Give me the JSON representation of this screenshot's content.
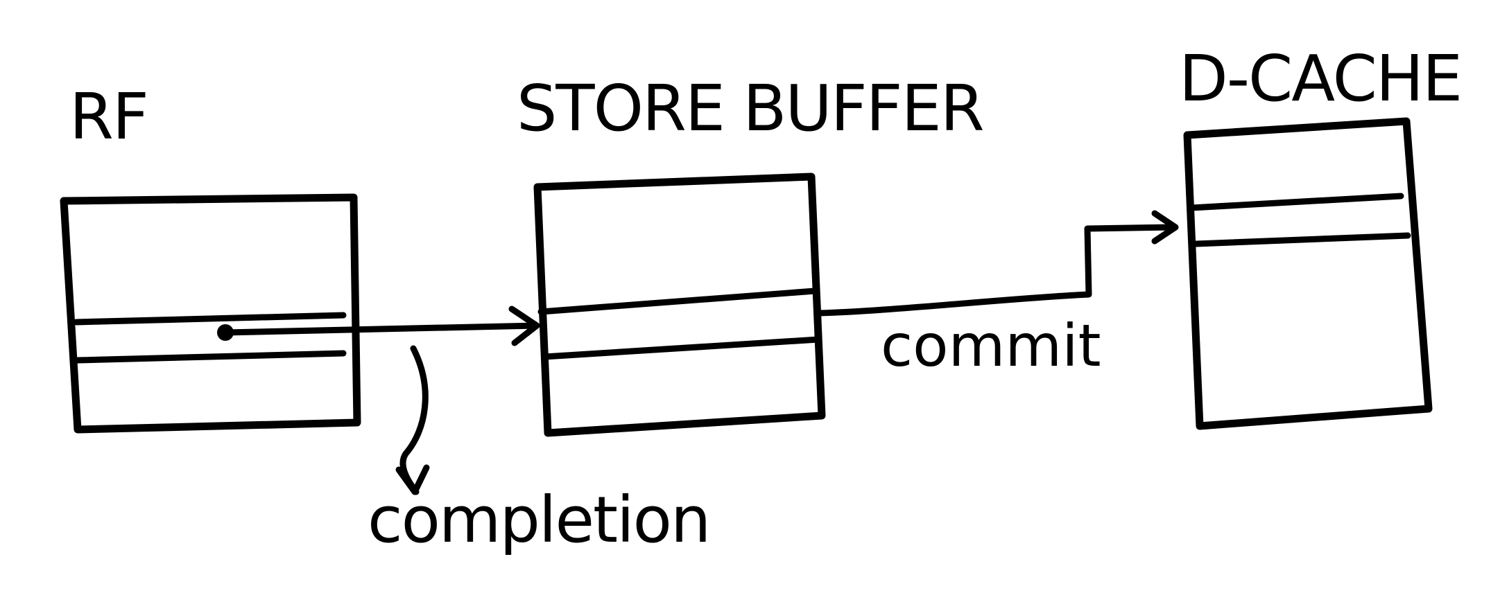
{
  "diagram": {
    "blocks": [
      {
        "id": "rf",
        "title": "RF"
      },
      {
        "id": "store-buffer",
        "title": "STORE BUFFER"
      },
      {
        "id": "d-cache",
        "title": "D-CACHE"
      }
    ],
    "edges": [
      {
        "from": "rf",
        "to": "store-buffer",
        "label": "completion"
      },
      {
        "from": "store-buffer",
        "to": "d-cache",
        "label": "commit"
      }
    ]
  },
  "colors": {
    "ink": "#000000",
    "background": "#ffffff"
  }
}
